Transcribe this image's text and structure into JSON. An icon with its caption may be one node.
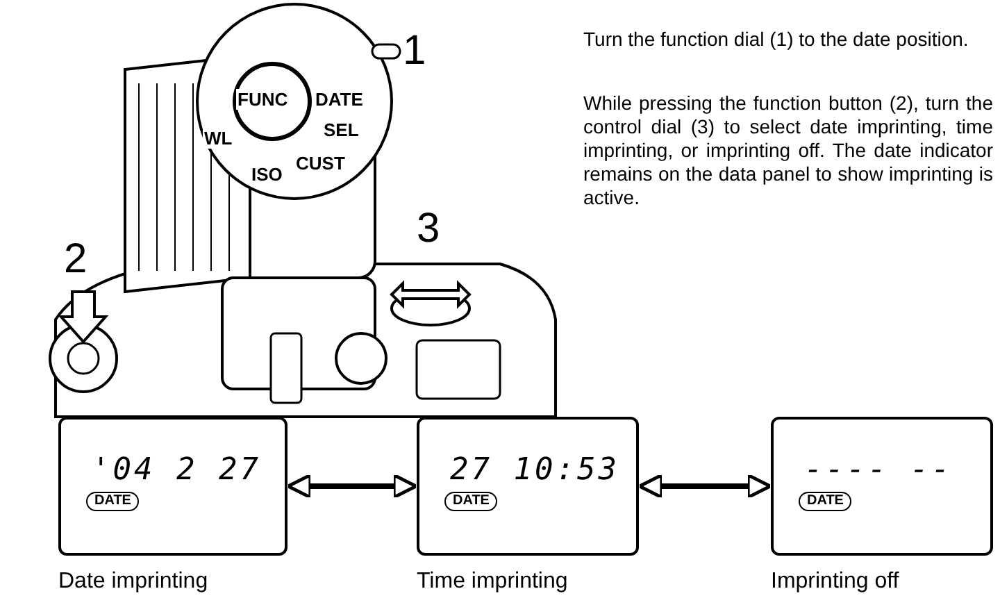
{
  "diagram": {
    "nodes": [
      {
        "text": [
          "'04 2 27",
          "DATE"
        ],
        "beside": [
          "Date imprinting"
        ]
      },
      {
        "text": [
          "27 10:53",
          "DATE"
        ],
        "beside": [
          "Time imprinting"
        ]
      },
      {
        "text": [
          "---- --",
          "DATE"
        ],
        "beside": [
          "Imprinting off"
        ]
      }
    ],
    "edges": [
      {
        "from": 0,
        "to": 1,
        "arrow": "both"
      },
      {
        "from": 1,
        "to": 2,
        "arrow": "both"
      }
    ],
    "labels": [
      "FUNC",
      "DATE",
      "1",
      "SEL",
      "CUST",
      "ISO",
      "WL",
      "3",
      "2",
      "Turn the function dial (1) to the date position.",
      "While pressing the function button (2), turn the control dial (3) to select date imprinting, time imprinting, or imprinting off. The date indicator remains on the data panel to show imprinting is active."
    ]
  }
}
